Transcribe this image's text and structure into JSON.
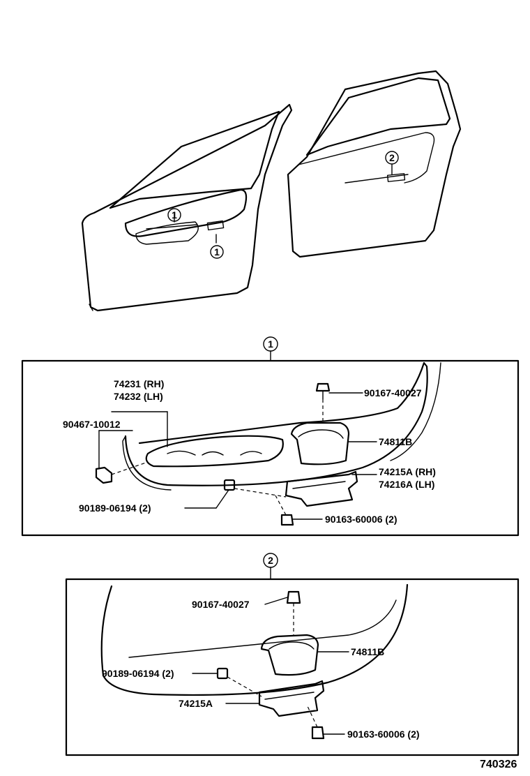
{
  "illustration_number": "740326",
  "doors": {
    "front_callout_top": "1",
    "front_callout_bottom": "1",
    "rear_callout": "2"
  },
  "panel1": {
    "callout": "1",
    "labels": {
      "armrest_rh": "74231 (RH)",
      "armrest_lh": "74232 (LH)",
      "clip_left": "90467-10012",
      "screw_top": "90167-40027",
      "pocket": "74811B",
      "bracket_rh": "74215A (RH)",
      "bracket_lh": "74216A (LH)",
      "nut": "90189-06194 (2)",
      "screw_bottom": "90163-60006 (2)"
    }
  },
  "panel2": {
    "callout": "2",
    "labels": {
      "screw_top": "90167-40027",
      "pocket": "74811B",
      "nut": "90189-06194 (2)",
      "bracket": "74215A",
      "screw_bottom": "90163-60006 (2)"
    }
  }
}
